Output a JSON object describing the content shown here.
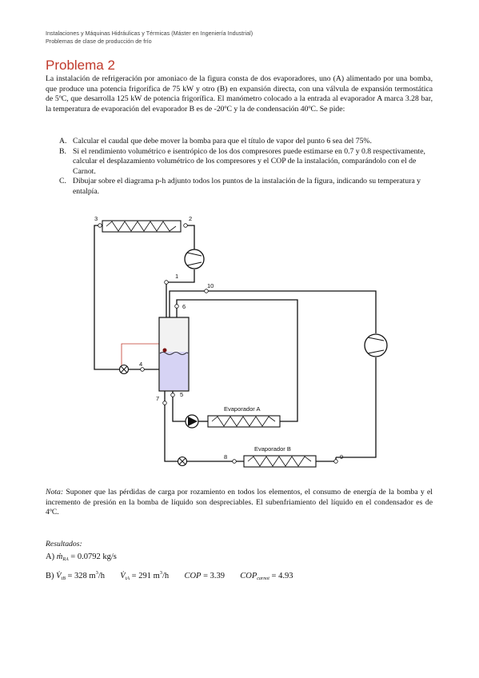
{
  "header": {
    "line1": "Instalaciones y Máquinas Hidráulicas y Térmicas (Máster en Ingeniería Industrial)",
    "line2": "Problemas de clase de producción de frío"
  },
  "title": "Problema 2",
  "intro": "La instalación de refrigeración por amoniaco de la figura consta de dos evaporadores, uno (A) alimentado por una bomba, que produce una potencia frigorífica de 75 kW y otro (B) en expansión directa, con una válvula de expansión termostática de 5ºC, que desarrolla 125 kW de potencia frigorífica. El manómetro colocado a la entrada al evaporador A marca 3.28 bar, la temperatura de evaporación del evaporador B es de -20ºC y la de condensación 40ºC. Se pide:",
  "items": [
    {
      "letter": "A.",
      "text": "Calcular el caudal que debe mover la bomba para que el título de vapor del punto 6 sea del 75%."
    },
    {
      "letter": "B.",
      "text": "Si el rendimiento volumétrico e isentrópico de los dos compresores puede estimarse en 0.7 y 0.8 respectivamente, calcular el desplazamiento volumétrico de los compresores y el COP de la instalación, comparándolo con el de Carnot."
    },
    {
      "letter": "C.",
      "text": "Dibujar sobre el diagrama p-h adjunto todos los puntos de la instalación de la figura, indicando su temperatura y entalpía."
    }
  ],
  "diagram": {
    "points": [
      "1",
      "2",
      "3",
      "4",
      "5",
      "6",
      "7",
      "8",
      "9",
      "10"
    ],
    "evap_a_label": "Evaporador A",
    "evap_b_label": "Evaporador B",
    "colors": {
      "line": "#111111",
      "liquid": "#d6d3f4",
      "vessel": "#f2f2f2",
      "pipe": "#c0392b"
    }
  },
  "note": {
    "label": "Nota:",
    "text": " Suponer que las pérdidas de carga por rozamiento en todos los elementos, el consumo de energía de la bomba y el incremento de presión en la bomba de líquido son despreciables. El subenfriamiento del líquido en el condensador es de 4ºC."
  },
  "results": {
    "title": "Resultados:",
    "a_prefix": "A)",
    "a_var": "ṁ",
    "a_sub": "RA",
    "a_value": " = 0.0792 kg/s",
    "b_prefix": "B)",
    "vb_var": "V̇",
    "vb_sub": "tB",
    "vb_value": " = 328 m",
    "vb_unit": "/h",
    "va_var": "V̇",
    "va_sub": "tA",
    "va_value": " = 291 m",
    "va_unit": "/h",
    "cube": "3",
    "cop_label": "COP",
    "cop_value": " = 3.39",
    "copc_label": "COP",
    "copc_sub": "carnot",
    "copc_value": " = 4.93"
  }
}
